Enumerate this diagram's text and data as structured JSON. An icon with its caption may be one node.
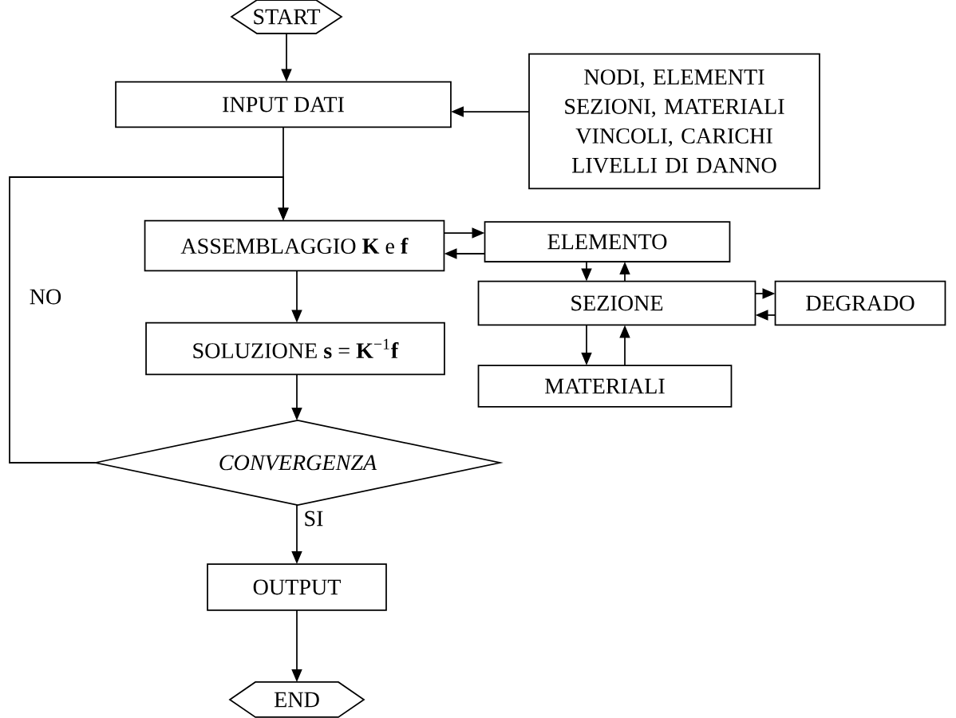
{
  "diagram": {
    "nodes": [
      {
        "text": [
          "START"
        ]
      },
      {
        "text": [
          "INPUT DATI"
        ]
      },
      {
        "text": [
          "NODI, ELEMENTI SEZIONI, MATERIALI VINCOLI, CARICHI LIVELLI DI DANNO"
        ]
      },
      {
        "text": [
          "ASSEMBLAGGIO **K** e **f**"
        ]
      },
      {
        "text": [
          "SOLUZIONE **s** = **K**$^{−1}$**f**"
        ]
      },
      {
        "text": [
          "ELEMENTO"
        ]
      },
      {
        "text": [
          "SEZIONE"
        ]
      },
      {
        "text": [
          "DEGRADO"
        ]
      },
      {
        "text": [
          "MATERIALI"
        ]
      },
      {
        "text": [
          "CONVERGENZA"
        ]
      },
      {
        "text": [
          "OUTPUT"
        ]
      },
      {
        "text": [
          "END"
        ]
      }
    ],
    "edges": [
      {
        "from": 0,
        "to": 1,
        "arrow": "to"
      },
      {
        "from": 2,
        "to": 1,
        "arrow": "to"
      },
      {
        "from": 1,
        "to": 3,
        "arrow": "to"
      },
      {
        "from": 9,
        "to": 3,
        "arrow": "to",
        "label": "NO"
      },
      {
        "from": 3,
        "to": 5,
        "arrow": "to"
      },
      {
        "from": 5,
        "to": 3,
        "arrow": "to"
      },
      {
        "from": 3,
        "to": 4,
        "arrow": "to"
      },
      {
        "from": 5,
        "to": 6,
        "arrow": "to"
      },
      {
        "from": 6,
        "to": 5,
        "arrow": "to"
      },
      {
        "from": 6,
        "to": 7,
        "arrow": "to"
      },
      {
        "from": 7,
        "to": 6,
        "arrow": "to"
      },
      {
        "from": 6,
        "to": 8,
        "arrow": "to"
      },
      {
        "from": 8,
        "to": 6,
        "arrow": "to"
      },
      {
        "from": 4,
        "to": 9,
        "arrow": "to"
      },
      {
        "from": 9,
        "to": 10,
        "arrow": "to",
        "label": "SI"
      },
      {
        "from": 10,
        "to": 11,
        "arrow": "to"
      }
    ]
  }
}
